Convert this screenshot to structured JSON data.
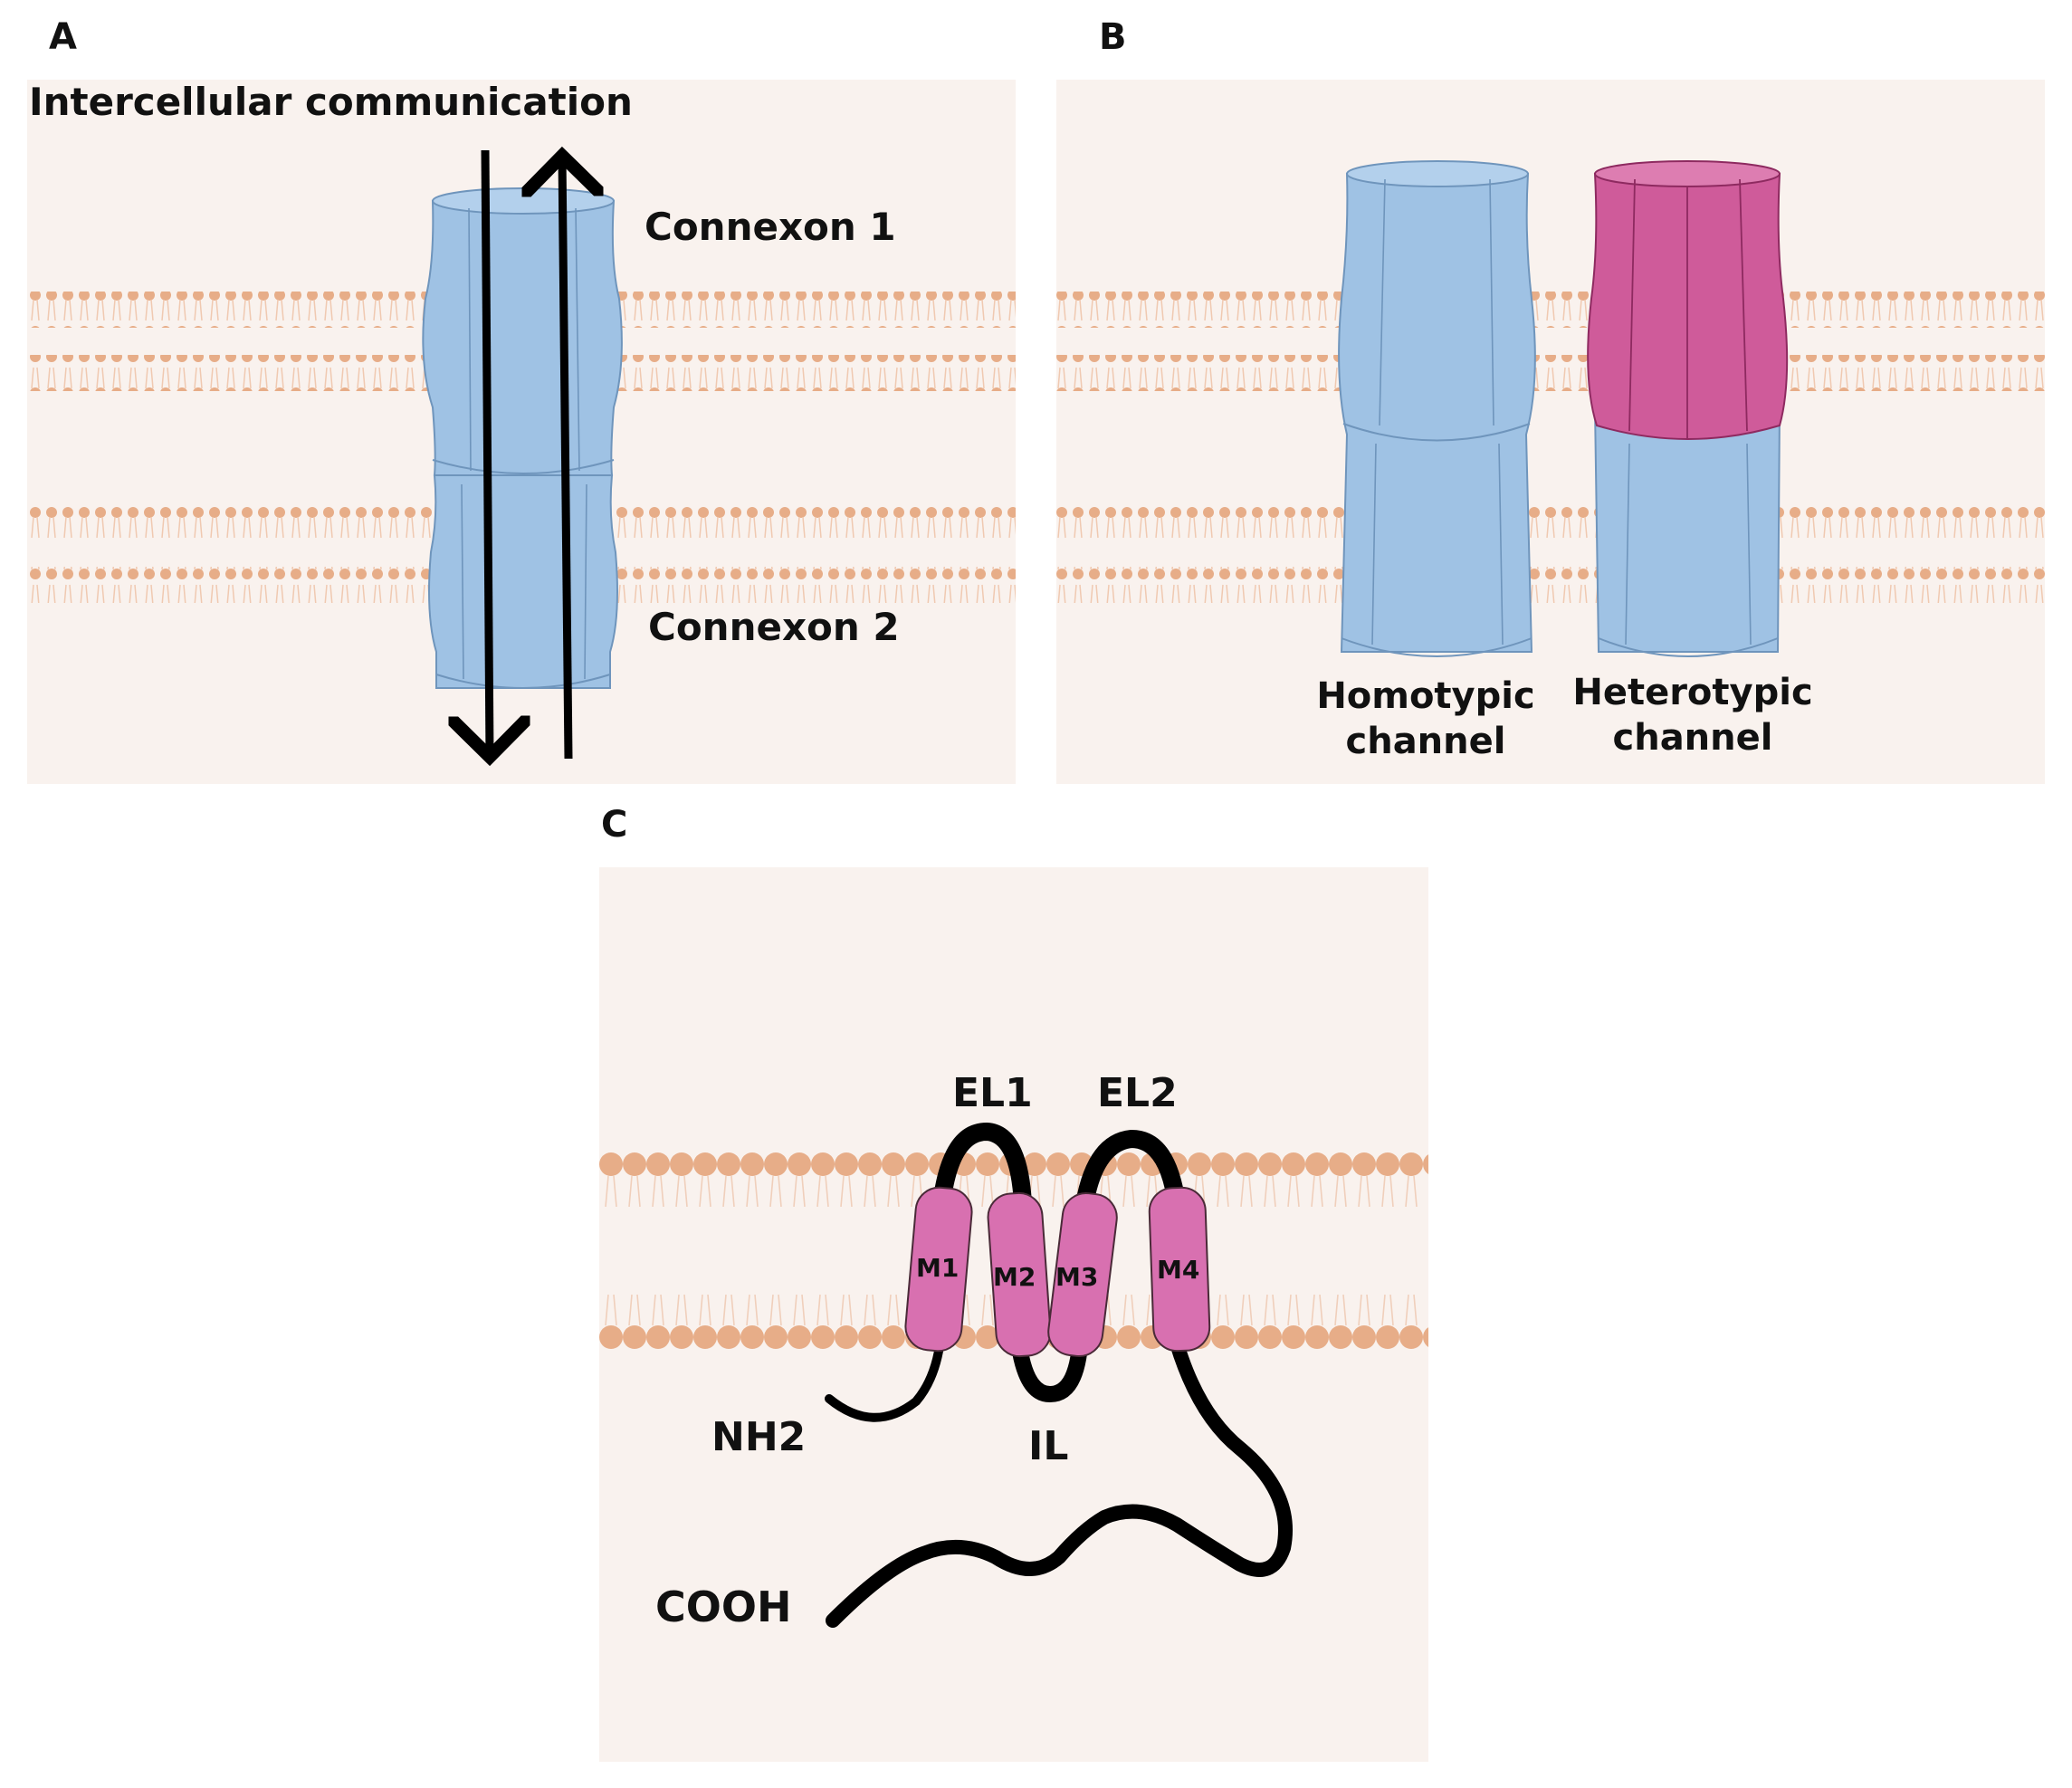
{
  "panels": {
    "a": {
      "letter": "A",
      "heading": "Intercellular communication",
      "connexon_1": "Connexon 1",
      "connexon_2": "Connexon 2"
    },
    "b": {
      "letter": "B",
      "homotypic_line1": "Homotypic",
      "homotypic_line2": "channel",
      "heterotypic_line1": "Heterotypic",
      "heterotypic_line2": "channel"
    },
    "c": {
      "letter": "C",
      "el1": "EL1",
      "el2": "EL2",
      "il": "IL",
      "nh2": "NH2",
      "cooh": "COOH",
      "segments": [
        "M1",
        "M2",
        "M3",
        "M4"
      ]
    }
  },
  "colors": {
    "background": "#f9f2ee",
    "lipid": "#e7ad88",
    "connexon_blue": "#9fc2e4",
    "connexon_pink": "#cf5b9a",
    "segment_pink": "#d870b0",
    "chain": "#000000"
  }
}
